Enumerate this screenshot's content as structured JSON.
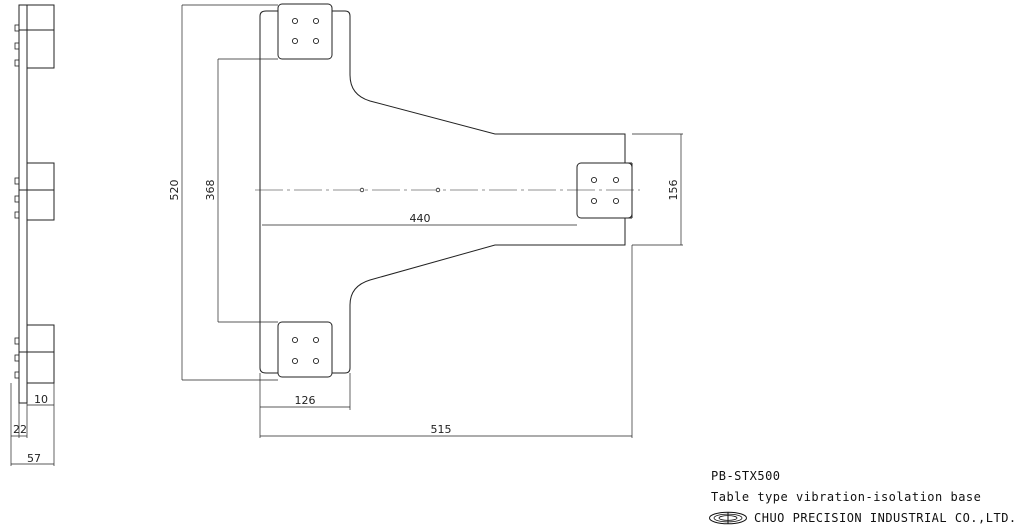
{
  "drawing": {
    "model": "PB-STX500",
    "description": "Table type vibration-isolation base",
    "company": "CHUO PRECISION INDUSTRIAL CO.,LTD.",
    "logo_icon": "company-logo-icon"
  },
  "dimensions": {
    "overall_height": "520",
    "inner_height": "368",
    "arm_length": "440",
    "right_width": "156",
    "pad_width": "126",
    "overall_length": "515",
    "side_thickness": "10",
    "side_offset": "22",
    "side_total": "57"
  },
  "colors": {
    "line": "#222222",
    "fill": "#ffffff"
  }
}
